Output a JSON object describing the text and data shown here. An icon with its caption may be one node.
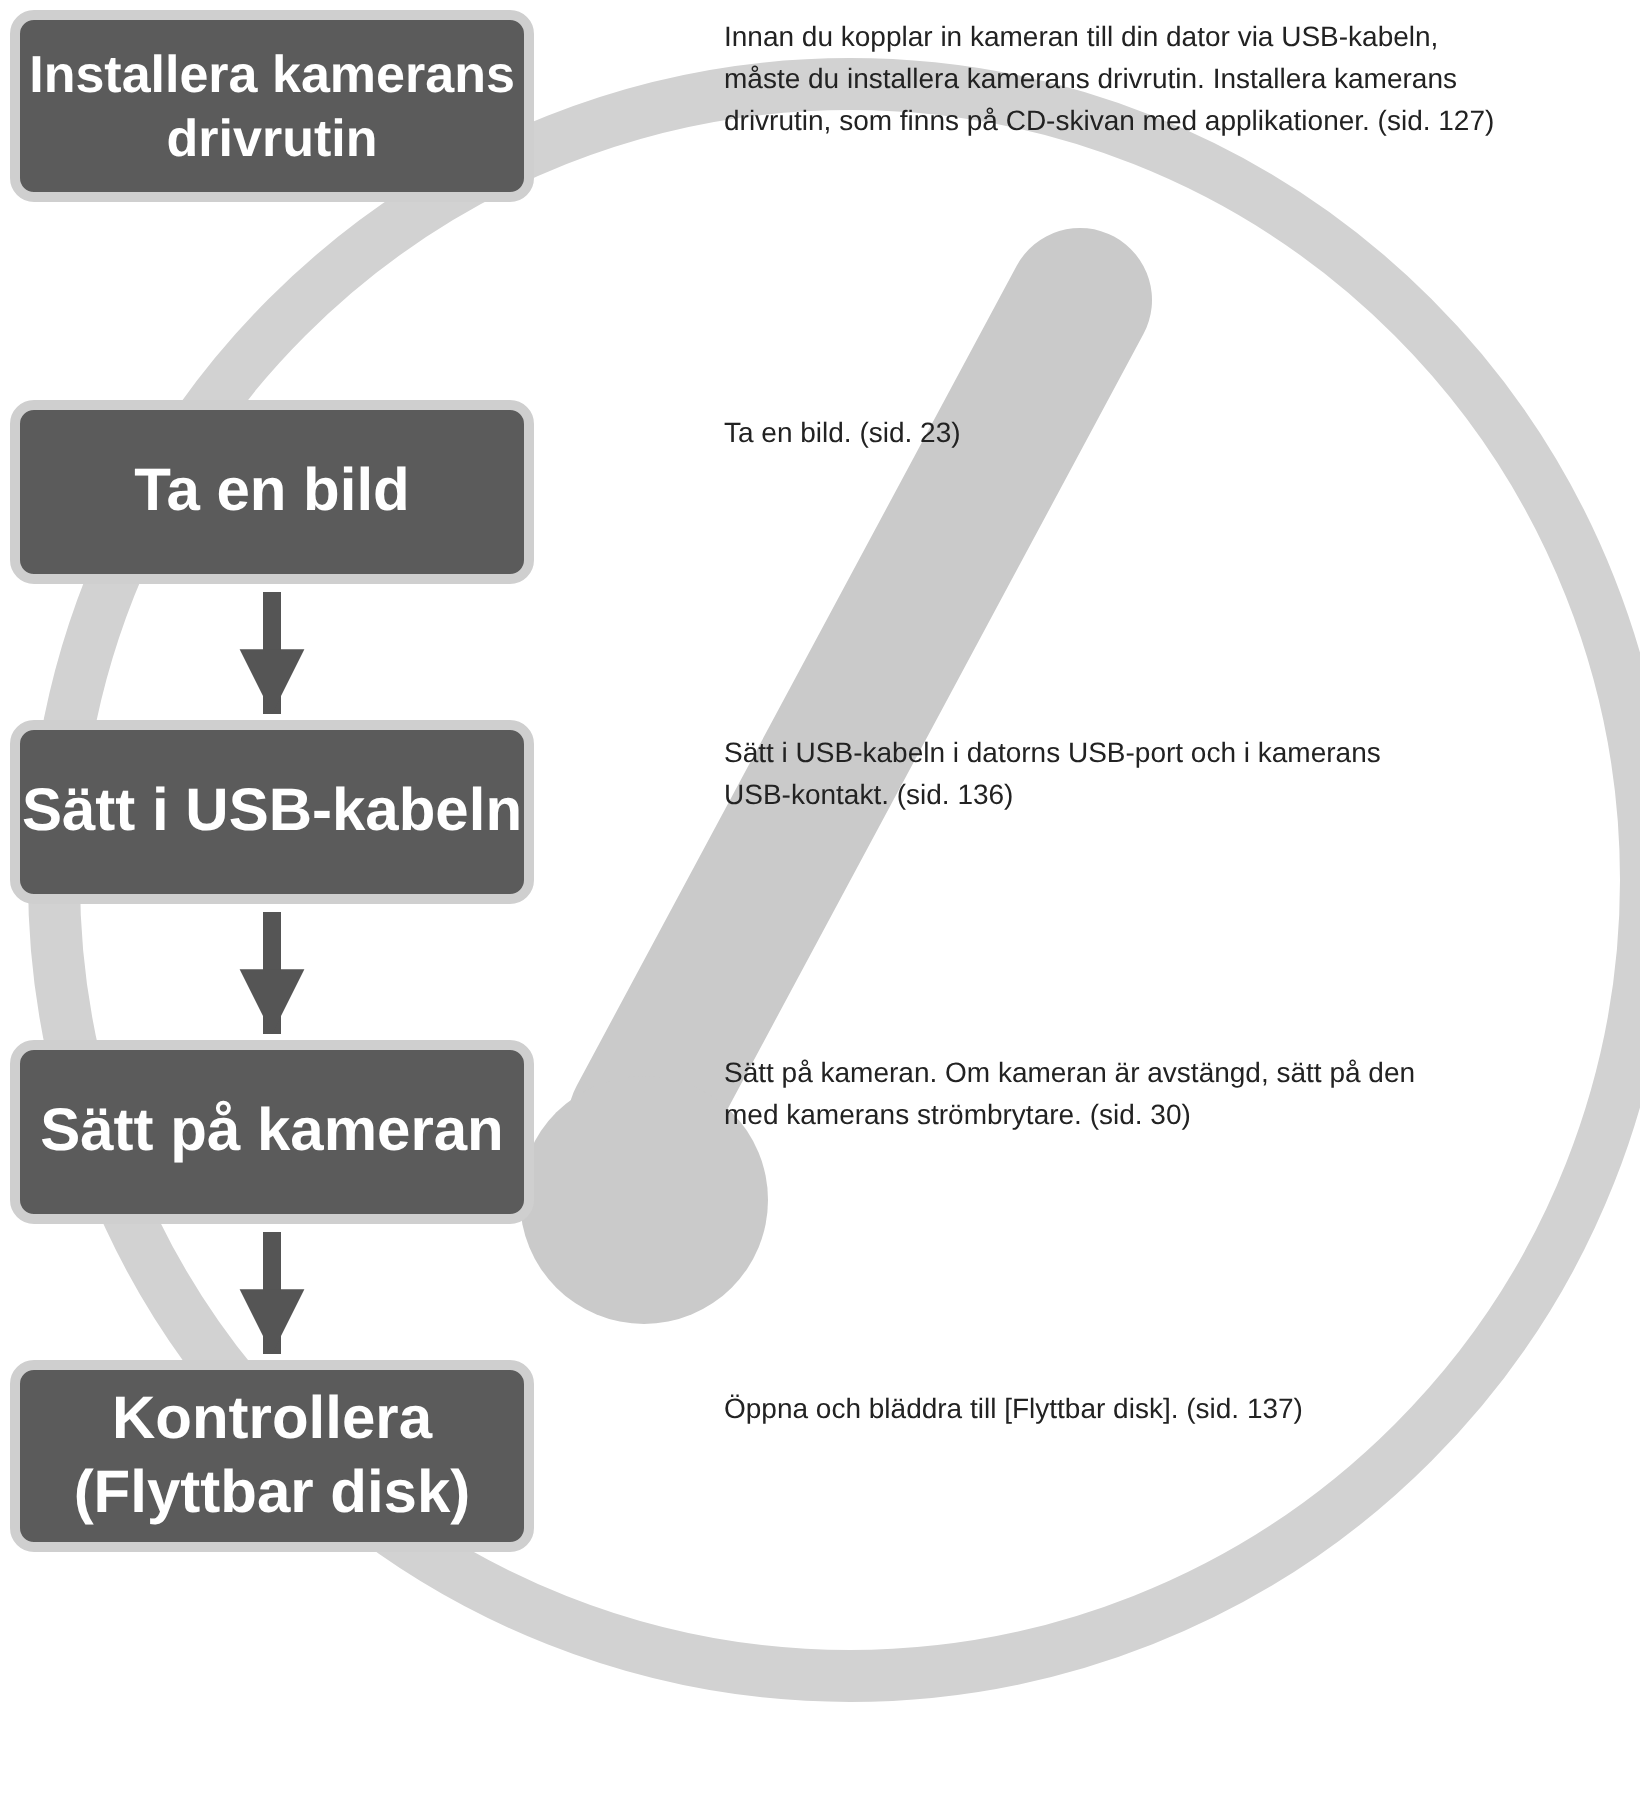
{
  "diagram": {
    "nodes": [
      {
        "text": [
          "Installera kamerans drivrutin"
        ]
      },
      {
        "text": [
          "Ta en bild"
        ]
      },
      {
        "text": [
          "Sätt i USB-kabeln"
        ]
      },
      {
        "text": [
          "Sätt på kameran"
        ]
      },
      {
        "text": [
          "Kontrollera (Flyttbar disk)"
        ]
      }
    ],
    "edges": [
      {
        "from": 1,
        "to": 2,
        "arrow": "to"
      },
      {
        "from": 2,
        "to": 3,
        "arrow": "to"
      },
      {
        "from": 3,
        "to": 4,
        "arrow": "to"
      }
    ],
    "labels": [
      "Innan du kopplar in kameran till din dator via USB-kabeln, måste du installera kamerans drivrutin. Installera kamerans drivrutin, som finns på CD-skivan med applikationer. (sid. 127)",
      "Ta en bild. (sid. 23)",
      "Sätt i USB-kabeln i datorns USB-port och i kamerans USB-kontakt. (sid. 136)",
      "Sätt på kameran. Om kameran är avstängd, sätt på den med kamerans strömbrytare. (sid. 30)",
      "Öppna och bläddra till [Flyttbar disk]. (sid. 137)"
    ]
  }
}
